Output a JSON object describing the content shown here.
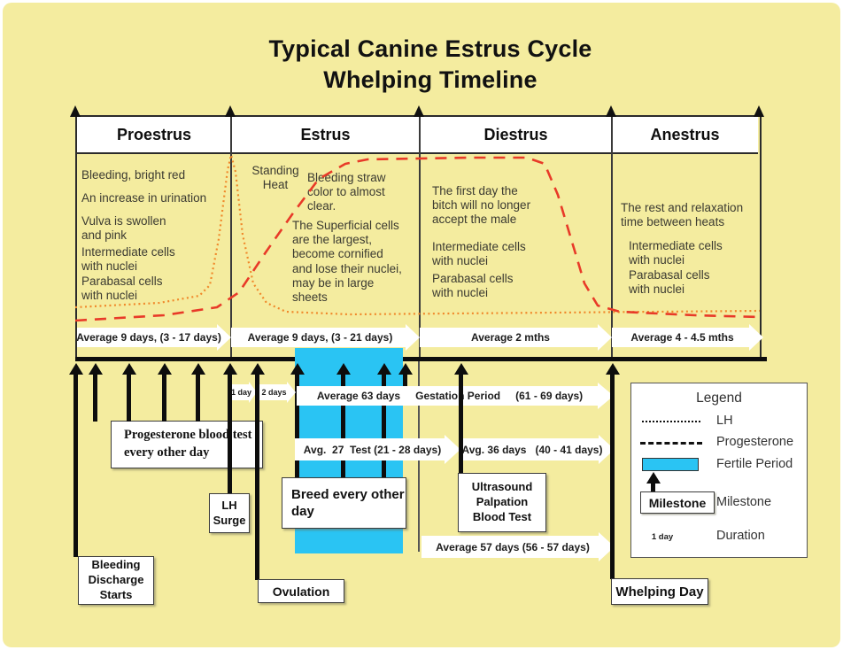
{
  "title": {
    "line1": "Typical Canine Estrus Cycle",
    "line2": "Whelping Timeline"
  },
  "phases": [
    {
      "name": "Proestrus",
      "duration": "Average 9 days, (3 - 17 days)",
      "notes": [
        "Bleeding, bright red",
        "An increase in urination",
        "Vulva is swollen\nand pink",
        "Intermediate cells\nwith nuclei",
        "Parabasal cells\nwith nuclei"
      ]
    },
    {
      "name": "Estrus",
      "duration": "Average 9 days, (3 - 21 days)",
      "notes": [
        "Standing\nHeat",
        "Bleeding straw\ncolor to almost\nclear.",
        "The Superficial cells\nare the largest,\nbecome cornified\nand lose their nuclei,\nmay be in large\nsheets"
      ]
    },
    {
      "name": "Diestrus",
      "duration": "Average 2 mths",
      "notes": [
        "The first day the\nbitch will no longer\naccept the male",
        "Intermediate cells\nwith nuclei",
        "Parabasal cells\nwith nuclei"
      ]
    },
    {
      "name": "Anestrus",
      "duration": "Average 4 - 4.5 mths",
      "notes": [
        "The rest and relaxation\n time between heats",
        "Intermediate cells\nwith nuclei",
        "Parabasal cells\nwith nuclei"
      ]
    }
  ],
  "timeline": {
    "one_day": "1 day",
    "two_days": "2 days",
    "gestation_avg": "Average 63 days",
    "gestation_label": "Gestation Period",
    "gestation_range": "(61 - 69 days)",
    "test_period": "Avg.  27  Test (21 - 28 days)",
    "ultrasound_period": "Avg. 36 days   (40 - 41 days)",
    "avg57": "Average 57 days (56 - 57 days)"
  },
  "boxes": {
    "progesterone_test": "Progesterone blood test\nevery other day",
    "lh_surge": "LH\nSurge",
    "breed": "Breed every other\nday",
    "ultrasound": "Ultrasound\nPalpation\nBlood Test",
    "bleeding_start": "Bleeding\nDischarge\nStarts",
    "ovulation": "Ovulation",
    "whelping": "Whelping Day"
  },
  "legend": {
    "title": "Legend",
    "lh": "LH",
    "progesterone": "Progesterone",
    "fertile": "Fertile Period",
    "milestone_box": "Milestone",
    "milestone": "Milestone",
    "duration_box": "1 day",
    "duration": "Duration"
  },
  "colors": {
    "background": "#F4EC9F",
    "fertile_period": "#2AC4F3",
    "lh_curve": "#F0882A",
    "progesterone_curve": "#E83A28"
  }
}
